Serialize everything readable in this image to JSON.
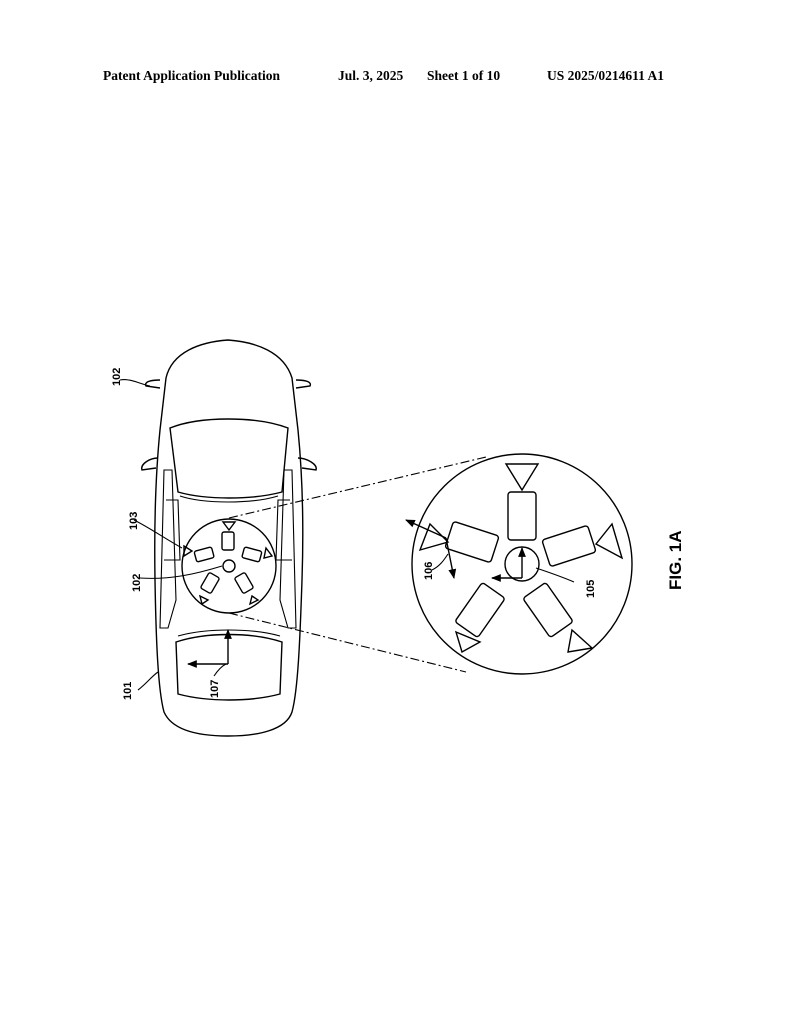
{
  "header": {
    "publication": "Patent Application Publication",
    "date": "Jul. 3, 2025",
    "sheet": "Sheet 1 of 10",
    "number": "US 2025/0214611 A1"
  },
  "figure": {
    "title": "FIG. 1A",
    "labels": {
      "vehicle": "101",
      "mirror": "102",
      "sensor_unit": "102",
      "ring": "103",
      "center": "105",
      "camera": "106",
      "axes": "107"
    }
  }
}
